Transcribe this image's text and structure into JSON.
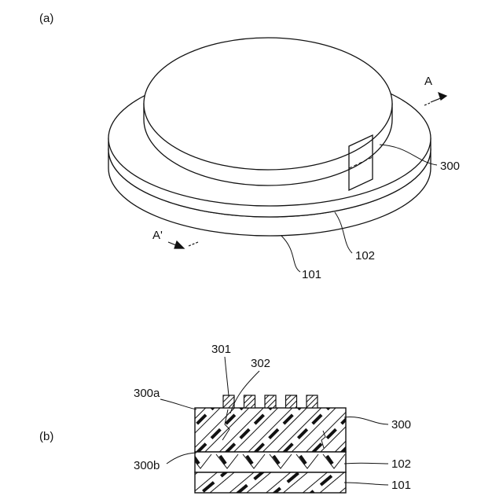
{
  "colors": {
    "ink": "#111111",
    "background": "#ffffff"
  },
  "panel_a": {
    "label": "(a)",
    "section_marks": {
      "top": "A",
      "bottom": "A'"
    },
    "callouts": {
      "layer": "300",
      "upper_substrate": "102",
      "lower_substrate": "101"
    }
  },
  "panel_b": {
    "label": "(b)",
    "labels": {
      "pattern": "301",
      "crack": "302",
      "top_surface": "300a",
      "bottom_surface": "300b",
      "layer": "300",
      "upper_substrate": "102",
      "lower_substrate": "101"
    },
    "pattern_count": 5
  }
}
